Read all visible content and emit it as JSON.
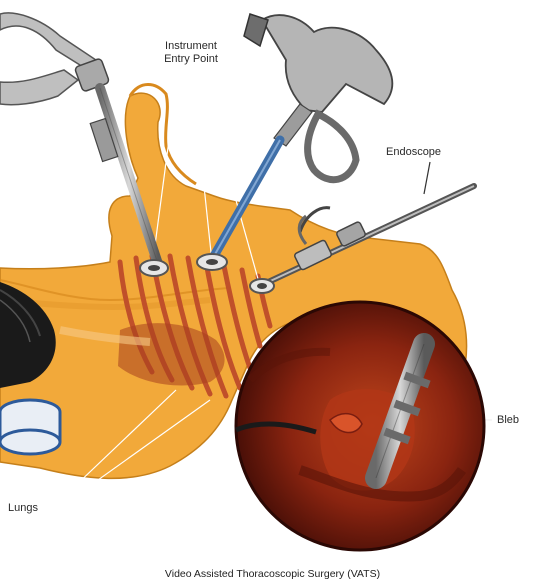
{
  "labels": {
    "instrument_entry_line1": "Instrument",
    "instrument_entry_line2": "Entry Point",
    "endoscope": "Endoscope",
    "bleb": "Bleb",
    "lungs": "Lungs"
  },
  "caption": "Video Assisted Thoracoscopic Surgery (VATS)",
  "colors": {
    "skin": "#f2a93a",
    "skin_dark": "#d98a1e",
    "ribs": "#c0502a",
    "tissue": "#7a1d10",
    "instrument": "#8c8c8c",
    "endoscope_shaft": "#3f6fa8"
  }
}
